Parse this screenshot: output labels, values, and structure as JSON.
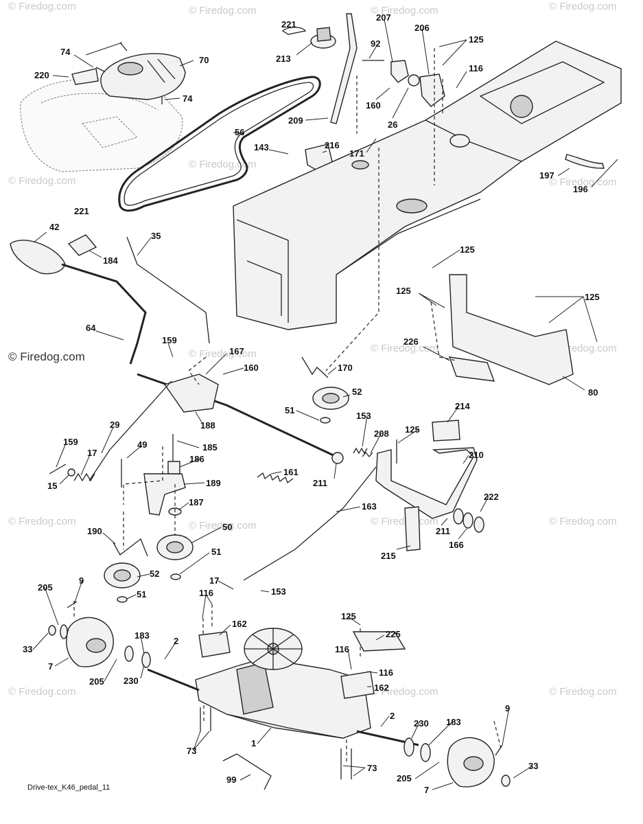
{
  "watermark": {
    "text": "© Firedog.com",
    "prominent_text": "© Firedog.com"
  },
  "caption": "Drive-tex_K46_pedal_11",
  "labels": {
    "l74a": "74",
    "l70": "70",
    "l220": "220",
    "l74b": "74",
    "l221a": "221",
    "l213": "213",
    "l207": "207",
    "l206": "206",
    "l125a": "125",
    "l92": "92",
    "l116a": "116",
    "l160a": "160",
    "l26": "26",
    "l209": "209",
    "l56": "56",
    "l143": "143",
    "l216": "216",
    "l171": "171",
    "l197": "197",
    "l196": "196",
    "l221b": "221",
    "l42": "42",
    "l184": "184",
    "l35": "35",
    "l125b": "125",
    "l125c": "125",
    "l125d": "125",
    "l64": "64",
    "l159a": "159",
    "l167": "167",
    "l160b": "160",
    "l226": "226",
    "l80": "80",
    "l170": "170",
    "l52a": "52",
    "l51a": "51",
    "l29": "29",
    "l188": "188",
    "l153a": "153",
    "l214": "214",
    "l208": "208",
    "l125e": "125",
    "l159b": "159",
    "l49": "49",
    "l185": "185",
    "l17a": "17",
    "l186": "186",
    "l161": "161",
    "l15": "15",
    "l189": "189",
    "l211a": "211",
    "l210": "210",
    "l187": "187",
    "l163": "163",
    "l222": "222",
    "l50": "50",
    "l190": "190",
    "l211b": "211",
    "l51b": "51",
    "l215": "215",
    "l166": "166",
    "l52b": "52",
    "l9a": "9",
    "l17b": "17",
    "l153b": "153",
    "l51c": "51",
    "l205a": "205",
    "l116b": "116",
    "l162a": "162",
    "l125f": "125",
    "l225": "225",
    "l183a": "183",
    "l2a": "2",
    "l33a": "33",
    "l116c": "116",
    "l116d": "116",
    "l7a": "7",
    "l205b": "205",
    "l230a": "230",
    "l162b": "162",
    "l9b": "9",
    "l2b": "2",
    "l230b": "230",
    "l183b": "183",
    "l1": "1",
    "l73a": "73",
    "l73b": "73",
    "l99": "99",
    "l33b": "33",
    "l205c": "205",
    "l7b": "7"
  }
}
